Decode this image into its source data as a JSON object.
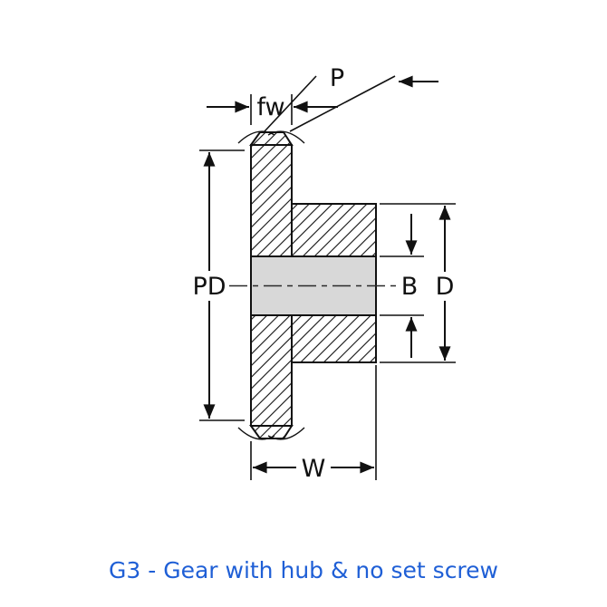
{
  "diagram": {
    "caption": "G3 - Gear with hub & no set screw",
    "dimensions": {
      "pitch": "P",
      "face_width": "fw",
      "pitch_diameter": "PD",
      "bore": "B",
      "hub_diameter": "D",
      "width": "W"
    },
    "colors": {
      "caption_text": "#1f5fd6",
      "outline": "#111111",
      "bore_fill": "#d8d8d8",
      "background": "#ffffff"
    }
  }
}
